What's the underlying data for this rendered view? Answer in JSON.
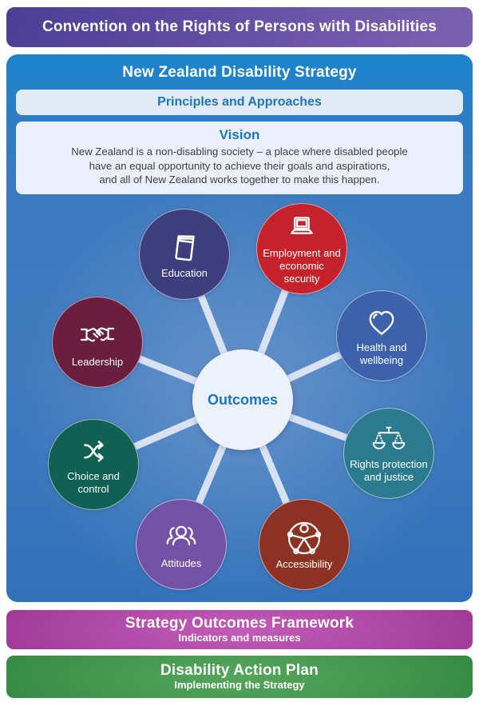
{
  "convention_banner": {
    "label": "Convention on the Rights of Persons with Disabilities",
    "color": "#5c4aa0"
  },
  "strategy": {
    "title": "New Zealand Disability Strategy",
    "panel_color_top": "#1a85cb",
    "panel_color_main": "#3e79bf",
    "principles": {
      "label": "Principles and Approaches"
    },
    "vision": {
      "title": "Vision",
      "lines": [
        "New Zealand is a non-disabling society – a place where disabled people",
        "have an equal opportunity to achieve their goals and aspirations,",
        "and all of New Zealand works together to make this happen."
      ]
    },
    "hub": {
      "label": "Outcomes",
      "color": "#edf1fa"
    },
    "outcomes": [
      {
        "label": "Education",
        "icon": "book-icon",
        "color": "#3e3e7e"
      },
      {
        "label": "Employment and economic security",
        "icon": "laptop-icon",
        "color": "#c4232b"
      },
      {
        "label": "Health and wellbeing",
        "icon": "heart-icon",
        "color": "#3b62ab"
      },
      {
        "label": "Rights protection and justice",
        "icon": "scales-icon",
        "color": "#2b7b8e"
      },
      {
        "label": "Accessibility",
        "icon": "accessibility-icon",
        "color": "#8d3122"
      },
      {
        "label": "Attitudes",
        "icon": "people-icon",
        "color": "#7351a4"
      },
      {
        "label": "Choice and control",
        "icon": "shuffle-icon",
        "color": "#0f6153"
      },
      {
        "label": "Leadership",
        "icon": "handshake-icon",
        "color": "#6a1f3e"
      }
    ],
    "accent_text_color": "#1b76bd"
  },
  "outcomes_framework_banner": {
    "title": "Strategy Outcomes Framework",
    "subtitle": "Indicators and measures",
    "color": "#a83d9e"
  },
  "action_plan_banner": {
    "title": "Disability Action Plan",
    "subtitle": "Implementing the Strategy",
    "color": "#37903f"
  }
}
